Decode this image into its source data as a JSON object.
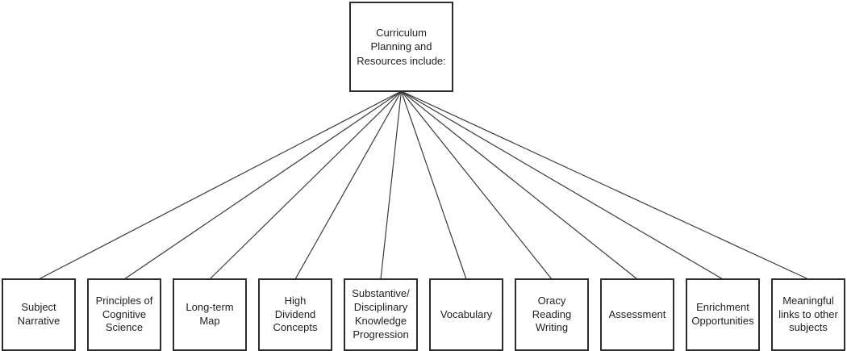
{
  "diagram": {
    "root": {
      "label": "Curriculum Planning and Resources include:"
    },
    "children": [
      {
        "label": "Subject Narrative"
      },
      {
        "label": "Principles of Cognitive Science"
      },
      {
        "label": "Long-term Map"
      },
      {
        "label": "High Dividend Concepts"
      },
      {
        "label": "Substantive/ Disciplinary Knowledge Progression"
      },
      {
        "label": "Vocabulary"
      },
      {
        "label": "Oracy Reading Writing"
      },
      {
        "label": "Assessment"
      },
      {
        "label": "Enrichment Opportunities"
      },
      {
        "label": "Meaningful links to other subjects"
      }
    ],
    "colors": {
      "line": "#3a3a3a",
      "border": "#2d2d2d",
      "text": "#1f1f1f",
      "background": "#ffffff"
    }
  }
}
